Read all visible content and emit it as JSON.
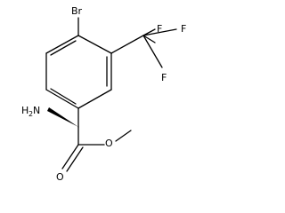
{
  "molecule": {
    "atoms": {
      "bromine": "Br",
      "fluorine_1": "F",
      "fluorine_2": "F",
      "fluorine_3": "F",
      "amine": "H",
      "amine_subscript": "2",
      "amine_n": "N",
      "carbonyl_oxygen": "O",
      "ester_oxygen": "O"
    },
    "colors": {
      "bond": "#000000",
      "label": "#000000",
      "background": "#ffffff"
    }
  }
}
